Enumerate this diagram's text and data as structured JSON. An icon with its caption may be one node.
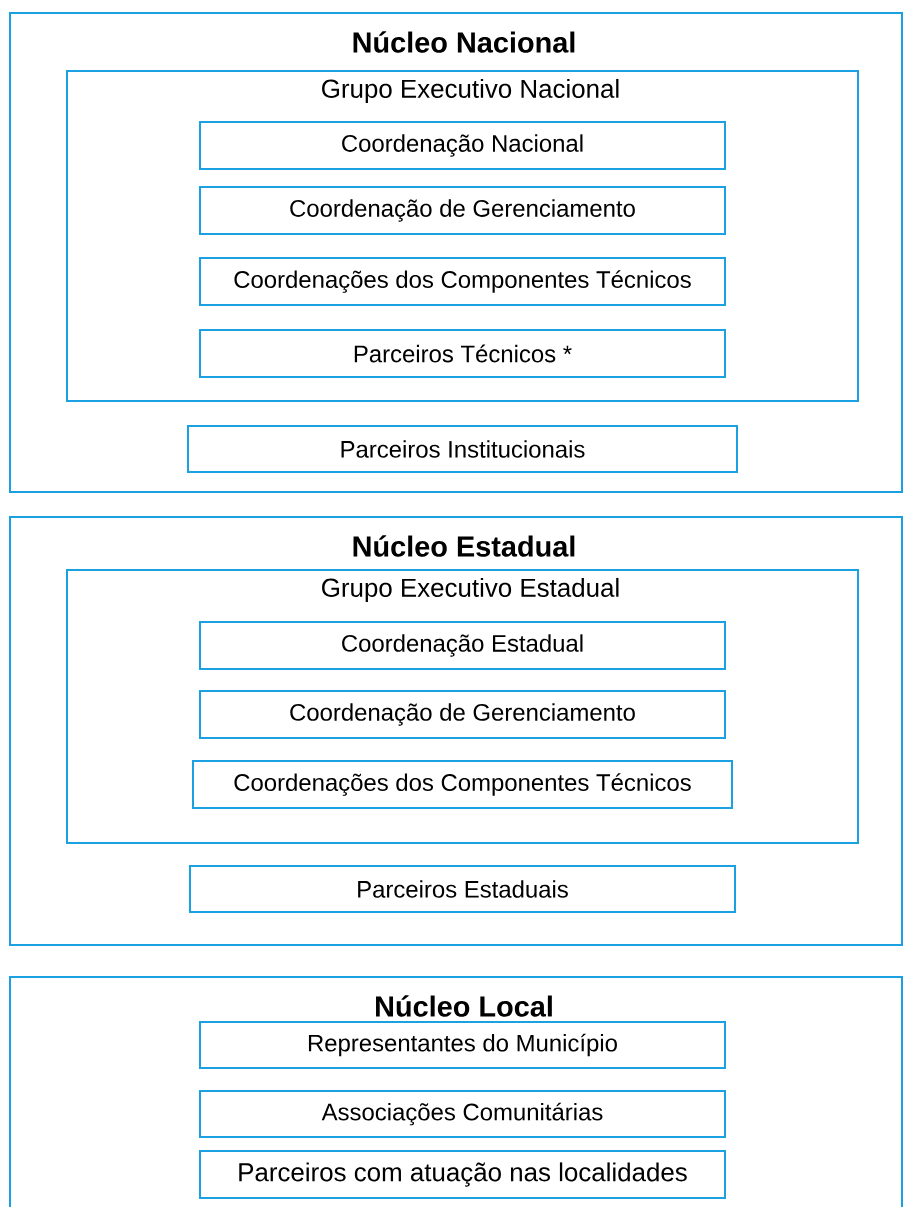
{
  "diagram": {
    "nodes": [
      {
        "text": [
          "Núcleo Nacional"
        ]
      },
      {
        "text": [
          "Grupo Executivo Nacional"
        ],
        "in": 0
      },
      {
        "text": [
          "Coordenação Nacional"
        ],
        "in": 1
      },
      {
        "text": [
          "Coordenação de Gerenciamento"
        ],
        "in": 1
      },
      {
        "text": [
          "Coordenações dos Componentes Técnicos"
        ],
        "in": 1
      },
      {
        "text": [
          "Parceiros Técnicos *"
        ],
        "in": 1
      },
      {
        "text": [
          "Parceiros Institucionais"
        ],
        "in": 0
      },
      {
        "text": [
          "Núcleo Estadual"
        ]
      },
      {
        "text": [
          "Grupo Executivo Estadual"
        ],
        "in": 7
      },
      {
        "text": [
          "Coordenação Estadual"
        ],
        "in": 8
      },
      {
        "text": [
          "Coordenação de Gerenciamento"
        ],
        "in": 8
      },
      {
        "text": [
          "Coordenações dos Componentes Técnicos"
        ],
        "in": 8
      },
      {
        "text": [
          "Parceiros Estaduais"
        ],
        "in": 7
      },
      {
        "text": [
          "Núcleo Local"
        ]
      },
      {
        "text": [
          "Representantes do Município"
        ],
        "in": 13
      },
      {
        "text": [
          "Associações Comunitárias"
        ],
        "in": 13
      },
      {
        "text": [
          "Parceiros com atuação nas localidades"
        ],
        "in": 13
      }
    ]
  }
}
